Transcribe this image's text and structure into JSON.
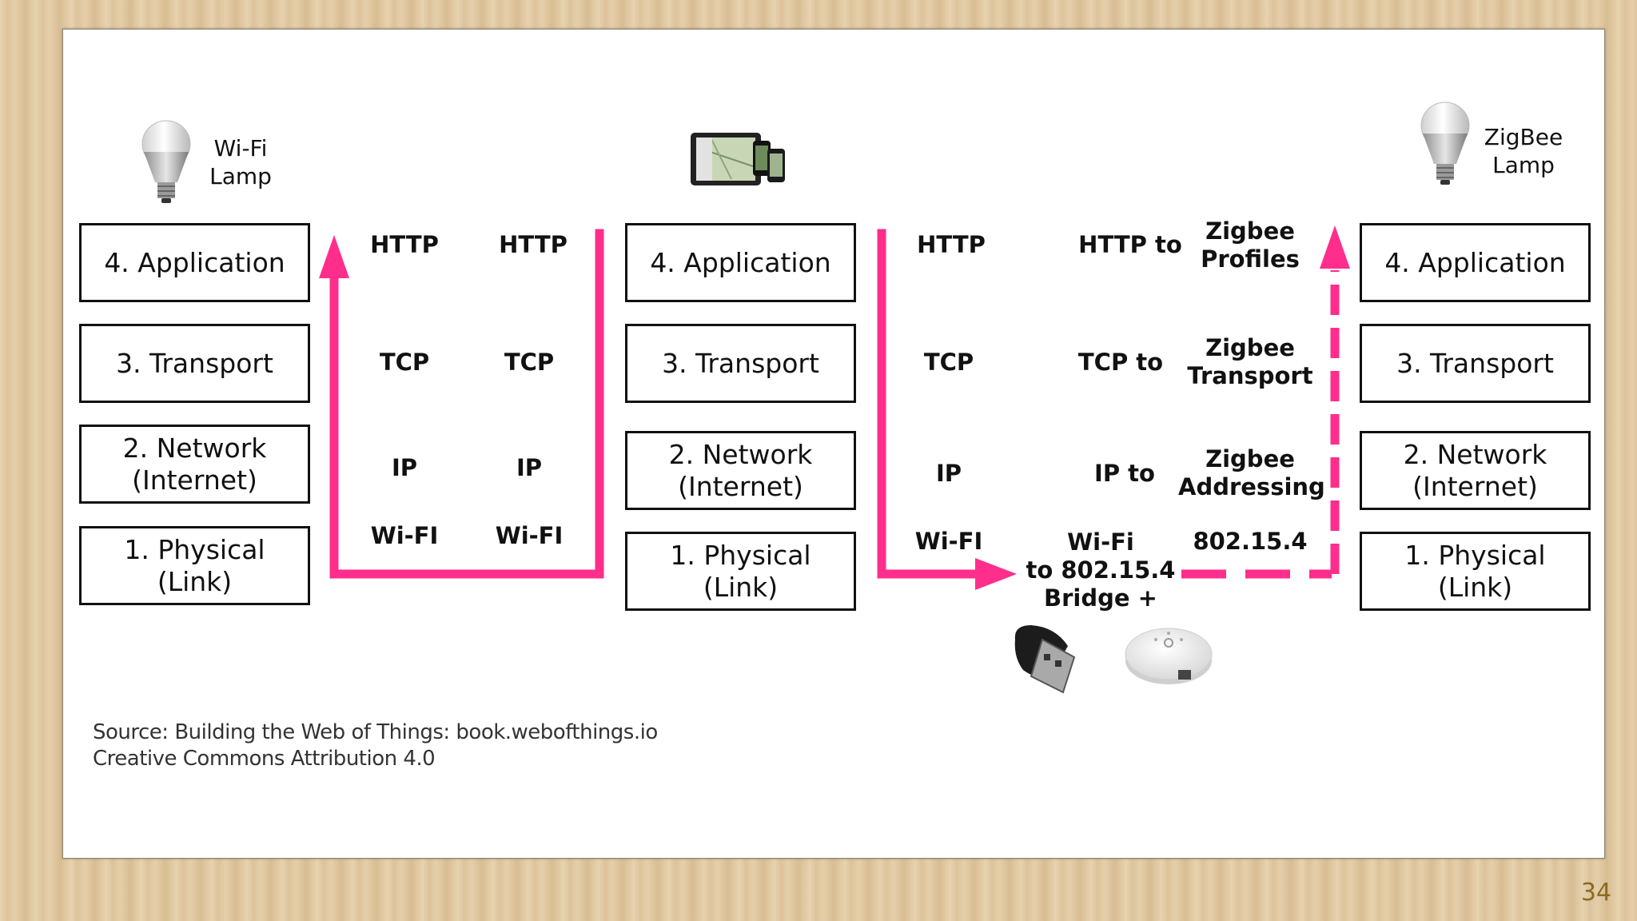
{
  "slide": {
    "page_number": "34",
    "source_text": "Source: Building the Web of Things: book.webofthings.io\nCreative Commons Attribution 4.0"
  },
  "devices": {
    "wifi_lamp_label": "Wi-Fi\nLamp",
    "zigbee_lamp_label": "ZigBee\nLamp"
  },
  "stacks": {
    "left": [
      "4. Application",
      "3. Transport",
      "2. Network\n(Internet)",
      "1. Physical\n(Link)"
    ],
    "middle": [
      "4. Application",
      "3. Transport",
      "2. Network\n(Internet)",
      "1. Physical\n(Link)"
    ],
    "right": [
      "4. Application",
      "3. Transport",
      "2. Network\n(Internet)",
      "1. Physical\n(Link)"
    ]
  },
  "protocols": {
    "wifi_path_col1": [
      "HTTP",
      "TCP",
      "IP",
      "Wi-FI"
    ],
    "wifi_path_col2": [
      "HTTP",
      "TCP",
      "IP",
      "Wi-FI"
    ],
    "bridge_col1": [
      "HTTP",
      "TCP",
      "IP",
      "Wi-FI"
    ],
    "bridge_col2": [
      "HTTP to",
      "TCP to",
      "IP to",
      "Wi-Fi\nto 802.15.4\nBridge +"
    ],
    "bridge_col3": [
      "Zigbee\nProfiles",
      "Zigbee\nTransport",
      "Zigbee\nAddressing",
      "802.15.4"
    ]
  },
  "icons": {
    "wifi_lamp": "lightbulb-icon",
    "zigbee_lamp": "lightbulb-icon",
    "client_devices": "tablet-phone-icon",
    "usb_dongle": "usb-dongle-icon",
    "bridge_hub": "hub-icon"
  },
  "colors": {
    "arrow": "#ff2e8c",
    "box_border": "#111111"
  }
}
